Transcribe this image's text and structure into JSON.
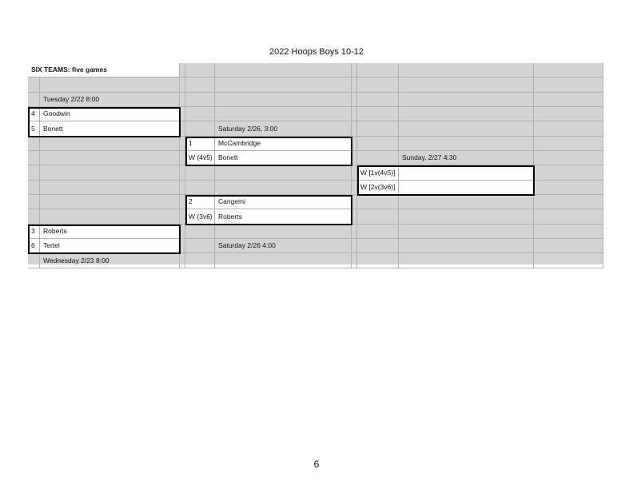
{
  "document": {
    "title": "2022 Hoops Boys 10-12",
    "page_number": "6"
  },
  "sheet": {
    "header": "SIX TEAMS: five games",
    "round1": {
      "game1": {
        "time": "Tuesday 2/22 8:00",
        "team_a": {
          "seed": "4",
          "name": "Goodwin"
        },
        "team_b": {
          "seed": "5",
          "name": "Bonett"
        }
      },
      "game2": {
        "time": "Wednesday 2/23 8:00",
        "team_a": {
          "seed": "3",
          "name": "Roberts"
        },
        "team_b": {
          "seed": "6",
          "name": "Tertel"
        }
      }
    },
    "semis": {
      "game1": {
        "time": "Saturday 2/26, 3:00",
        "team_a": {
          "seed": "1",
          "name": "McCambridge"
        },
        "team_b": {
          "seed": "W (4v5)",
          "name": "Bonett"
        }
      },
      "game2": {
        "time": "Saturday 2/26 4:00",
        "team_a": {
          "seed": "2",
          "name": "Cangemi"
        },
        "team_b": {
          "seed": "W (3v6)",
          "name": "Roberts"
        }
      }
    },
    "final": {
      "time": "Sunday, 2/27 4:30",
      "team_a": {
        "seed": "W [1v(4v5)]",
        "name": ""
      },
      "team_b": {
        "seed": "W [2v(3v6)]",
        "name": ""
      }
    }
  }
}
